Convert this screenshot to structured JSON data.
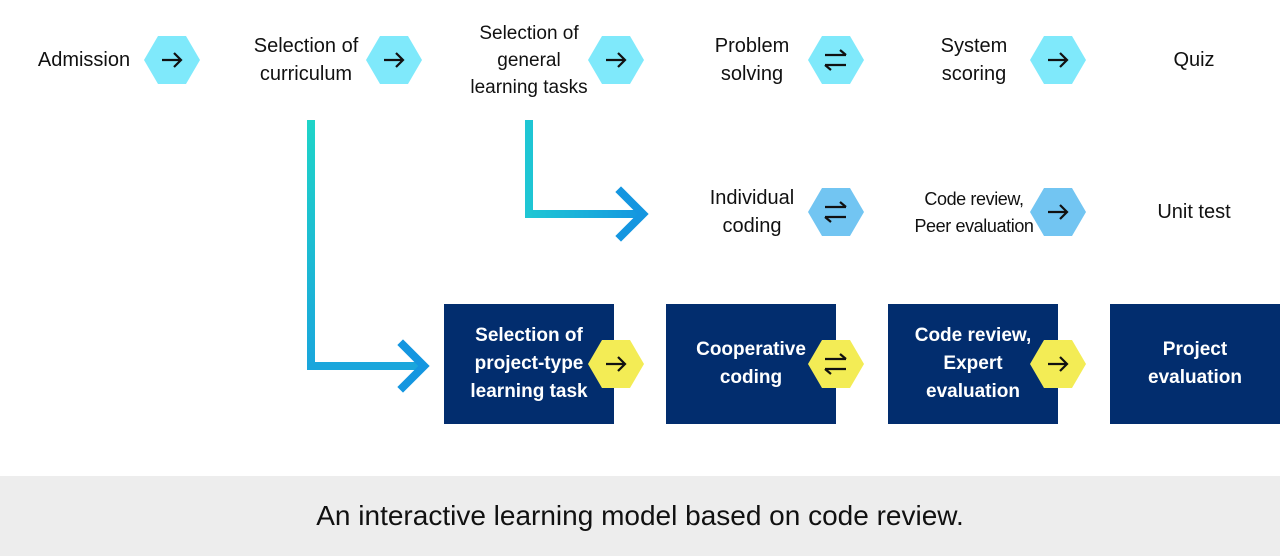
{
  "row1": [
    {
      "id": "admission",
      "label": "Admission"
    },
    {
      "id": "selection-of-curriculum",
      "label": "Selection of\ncurriculum"
    },
    {
      "id": "selection-of-general-learning-tasks",
      "label": "Selection of\ngeneral\nlearning tasks"
    },
    {
      "id": "problem-solving",
      "label": "Problem\nsolving"
    },
    {
      "id": "system-scoring",
      "label": "System\nscoring"
    },
    {
      "id": "quiz",
      "label": "Quiz"
    }
  ],
  "row2": [
    {
      "id": "individual-coding",
      "label": "Individual\ncoding"
    },
    {
      "id": "code-review-peer-evaluation",
      "label": "Code review,\nPeer evaluation"
    },
    {
      "id": "unit-test",
      "label": "Unit test"
    }
  ],
  "row3": [
    {
      "id": "selection-of-project-type-learning-task",
      "label": "Selection of\nproject-type\nlearning task"
    },
    {
      "id": "cooperative-coding",
      "label": "Cooperative\ncoding"
    },
    {
      "id": "code-review-expert-evaluation",
      "label": "Code review,\nExpert\nevaluation"
    },
    {
      "id": "project-evaluation",
      "label": "Project\nevaluation"
    }
  ],
  "connectors": [
    {
      "id": "row1-1",
      "icon": "right-arrow-icon",
      "color": "#7fe9fb"
    },
    {
      "id": "row1-2",
      "icon": "right-arrow-icon",
      "color": "#7fe9fb"
    },
    {
      "id": "row1-3",
      "icon": "right-arrow-icon",
      "color": "#7fe9fb"
    },
    {
      "id": "row1-4",
      "icon": "bidirectional-arrow-icon",
      "color": "#7fe9fb"
    },
    {
      "id": "row1-5",
      "icon": "right-arrow-icon",
      "color": "#7fe9fb"
    },
    {
      "id": "row2-1",
      "icon": "bidirectional-arrow-icon",
      "color": "#72c5f2"
    },
    {
      "id": "row2-2",
      "icon": "right-arrow-icon",
      "color": "#72c5f2"
    },
    {
      "id": "row3-1",
      "icon": "right-arrow-icon",
      "color": "#f3ec55"
    },
    {
      "id": "row3-2",
      "icon": "bidirectional-arrow-icon",
      "color": "#f3ec55"
    },
    {
      "id": "row3-3",
      "icon": "right-arrow-icon",
      "color": "#f3ec55"
    }
  ],
  "colors": {
    "box": "#022d6e",
    "branch_gradient_start": "#1fd4c8",
    "branch_gradient_end": "#1496e0"
  },
  "caption": "An interactive learning model based on code review."
}
